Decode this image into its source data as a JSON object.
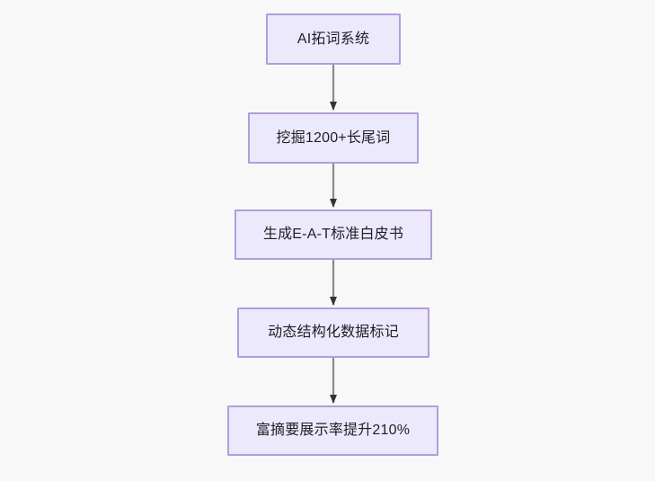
{
  "diagram": {
    "type": "flowchart",
    "direction": "top-to-bottom",
    "background_color": "#f8f8f9",
    "node_fill_color": "#ebe9fb",
    "node_border_color": "#b39ddb",
    "node_text_color": "#1f2024",
    "edge_color": "#8a8a8a",
    "nodes": [
      {
        "id": "n0",
        "label": "AI拓词系统"
      },
      {
        "id": "n1",
        "label": "挖掘1200+长尾词"
      },
      {
        "id": "n2",
        "label": "生成E-A-T标准白皮书"
      },
      {
        "id": "n3",
        "label": "动态结构化数据标记"
      },
      {
        "id": "n4",
        "label": "富摘要展示率提升210%"
      }
    ],
    "edges": [
      {
        "from": "n0",
        "to": "n1",
        "label": "",
        "arrow": "arrowhead-filled"
      },
      {
        "from": "n1",
        "to": "n2",
        "label": "",
        "arrow": "arrowhead-filled"
      },
      {
        "from": "n2",
        "to": "n3",
        "label": "",
        "arrow": "arrowhead-filled"
      },
      {
        "from": "n3",
        "to": "n4",
        "label": "",
        "arrow": "arrowhead-filled"
      }
    ]
  }
}
